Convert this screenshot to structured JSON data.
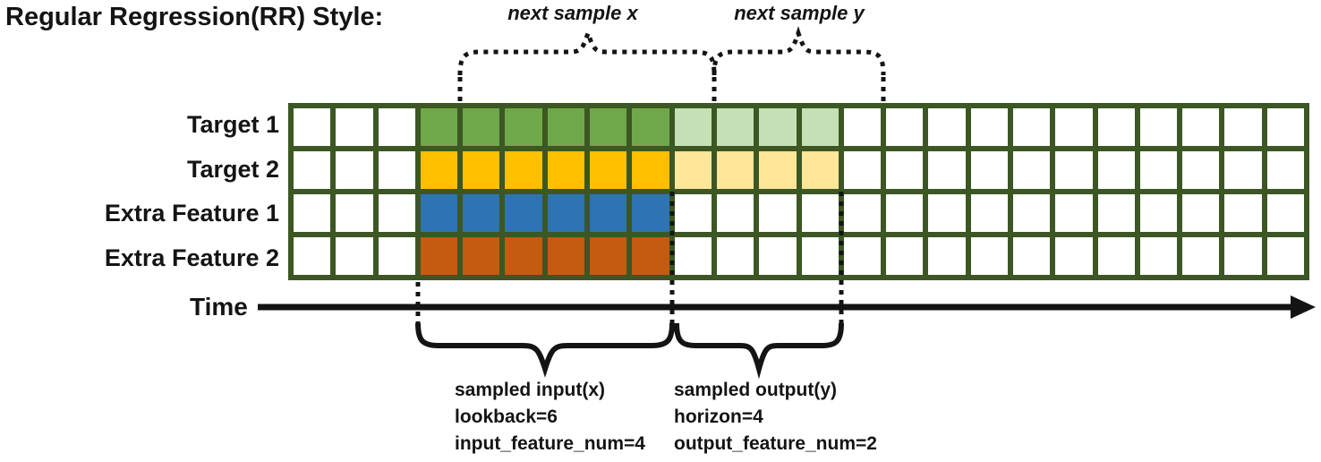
{
  "title": "Regular Regression(RR) Style:",
  "colors": {
    "grid_border": "#3C5723",
    "cell_empty": "#ffffff",
    "green": "#6FA84B",
    "light_green": "#C5E0B4",
    "gold": "#FFC000",
    "light_gold": "#FFE699",
    "blue": "#2E74B5",
    "orange": "#C55A11",
    "line": "#141414"
  },
  "grid": {
    "columns": 24,
    "input_range": [
      4,
      9
    ],
    "output_range": [
      10,
      13
    ],
    "rows": [
      {
        "label": "Target 1",
        "input_color": "#6FA84B",
        "output_color": "#C5E0B4"
      },
      {
        "label": "Target 2",
        "input_color": "#FFC000",
        "output_color": "#FFE699"
      },
      {
        "label": "Extra Feature 1",
        "input_color": "#2E74B5",
        "output_color": null
      },
      {
        "label": "Extra Feature 2",
        "input_color": "#C55A11",
        "output_color": null
      }
    ]
  },
  "annotations": {
    "next_sample_x": "next sample x",
    "next_sample_y": "next sample y",
    "time_label": "Time",
    "input_block": [
      "sampled input(x)",
      "lookback=6",
      "input_feature_num=4"
    ],
    "output_block": [
      "sampled output(y)",
      "horizon=4",
      "output_feature_num=2"
    ]
  }
}
